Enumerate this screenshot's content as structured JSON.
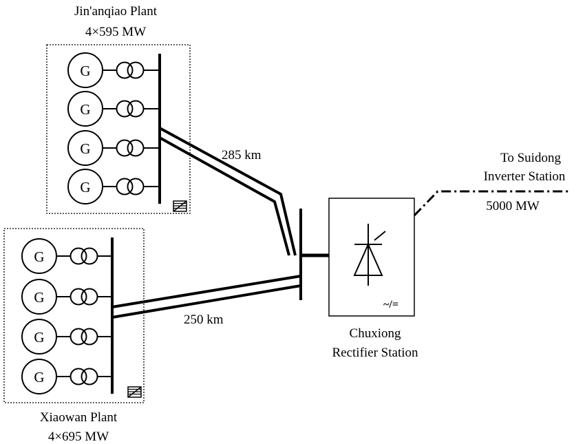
{
  "plants": [
    {
      "id": "jinanqiao",
      "name": "Jin'anqiao Plant",
      "capacity": "4×595 MW",
      "generator_label": "G",
      "unit_count": 4
    },
    {
      "id": "xiaowan",
      "name": "Xiaowan Plant",
      "capacity": "4×695 MW",
      "generator_label": "G",
      "unit_count": 4
    }
  ],
  "lines": [
    {
      "id": "line-jinanqiao",
      "length": "285 km"
    },
    {
      "id": "line-xiaowan",
      "length": "250 km"
    }
  ],
  "rectifier": {
    "name_line1": "Chuxiong",
    "name_line2": "Rectifier Station",
    "converter_symbol": "~/="
  },
  "dc_link": {
    "destination_line1": "To Suidong",
    "destination_line2": "Inverter Station",
    "power": "5000 MW"
  }
}
